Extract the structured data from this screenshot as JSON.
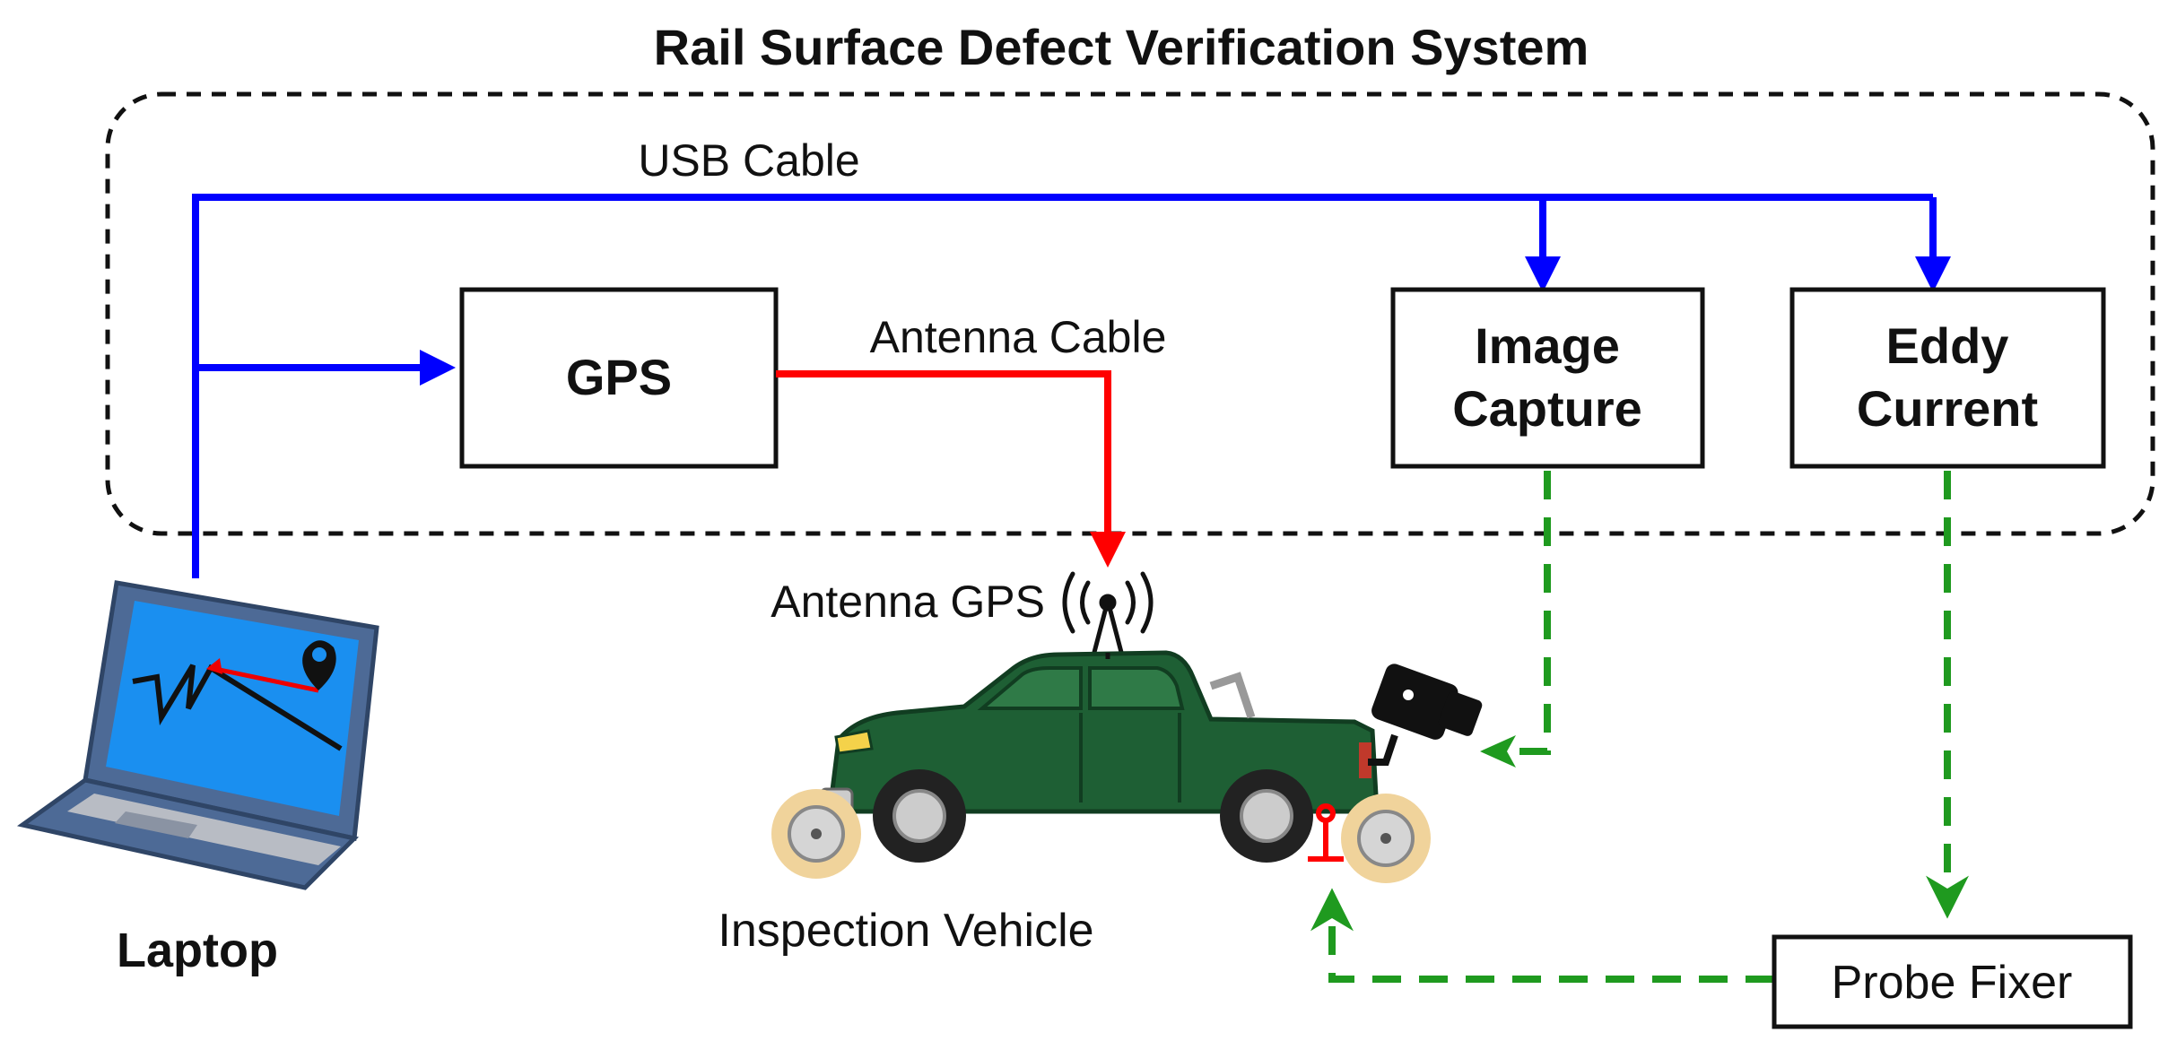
{
  "title": "Rail Surface Defect Verification System",
  "labels": {
    "usb_cable": "USB Cable",
    "antenna_cable": "Antenna Cable",
    "antenna_gps": "Antenna GPS",
    "inspection_vehicle": "Inspection Vehicle",
    "laptop": "Laptop"
  },
  "boxes": {
    "gps": "GPS",
    "image_capture_line1": "Image",
    "image_capture_line2": "Capture",
    "eddy_current_line1": "Eddy",
    "eddy_current_line2": "Current",
    "probe_fixer": "Probe Fixer"
  },
  "colors": {
    "usb": "#0000ff",
    "antenna": "#ff0000",
    "signal": "#1f9a1f",
    "vehicle_body": "#1e5f34",
    "laptop_screen": "#1a8ff0",
    "laptop_frame": "#4d6a96"
  }
}
